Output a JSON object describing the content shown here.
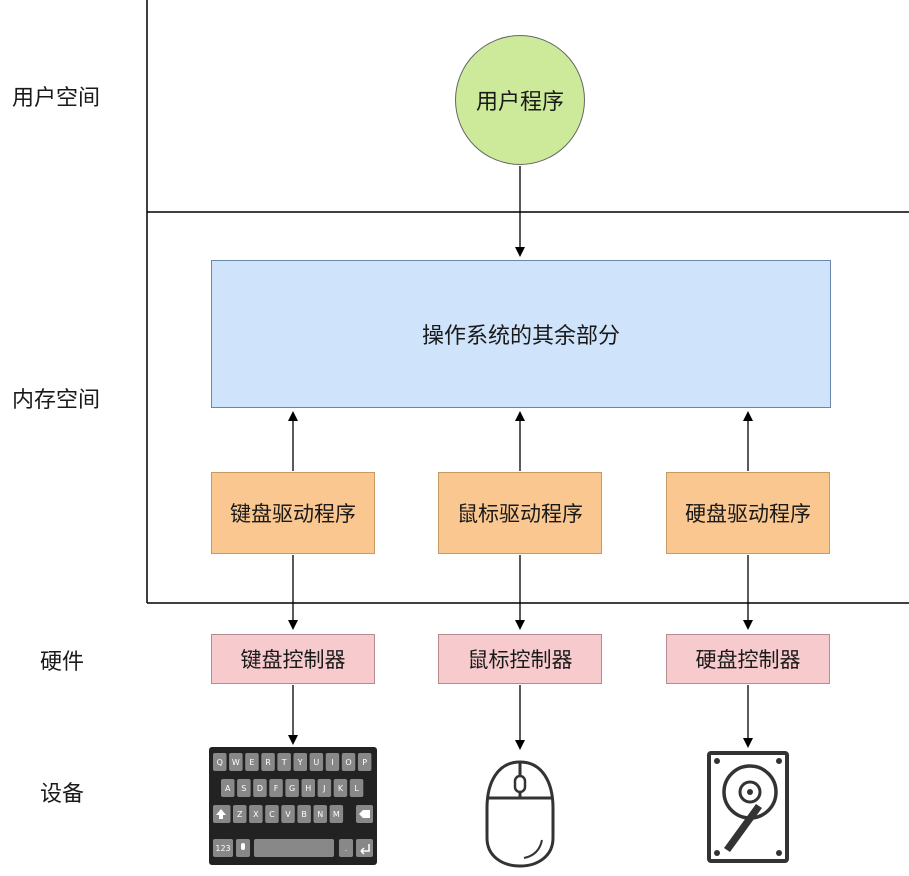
{
  "regions": {
    "user_space": "用户空间",
    "memory_space": "内存空间",
    "hardware": "硬件",
    "devices": "设备"
  },
  "user_program": "用户程序",
  "os_rest": "操作系统的其余部分",
  "drivers": [
    "键盘驱动程序",
    "鼠标驱动程序",
    "硬盘驱动程序"
  ],
  "controllers": [
    "键盘控制器",
    "鼠标控制器",
    "硬盘控制器"
  ],
  "devices": [
    {
      "icon": "keyboard-icon",
      "keys_row1": [
        "Q",
        "W",
        "E",
        "R",
        "T",
        "Y",
        "U",
        "I",
        "O",
        "P"
      ],
      "keys_row2": [
        "A",
        "S",
        "D",
        "F",
        "G",
        "H",
        "J",
        "K",
        "L"
      ],
      "keys_row3": [
        "Z",
        "X",
        "C",
        "V",
        "B",
        "N",
        "M"
      ],
      "key_numeric": "123",
      "key_period": "."
    },
    {
      "icon": "mouse-icon"
    },
    {
      "icon": "hard-disk-icon"
    }
  ]
}
